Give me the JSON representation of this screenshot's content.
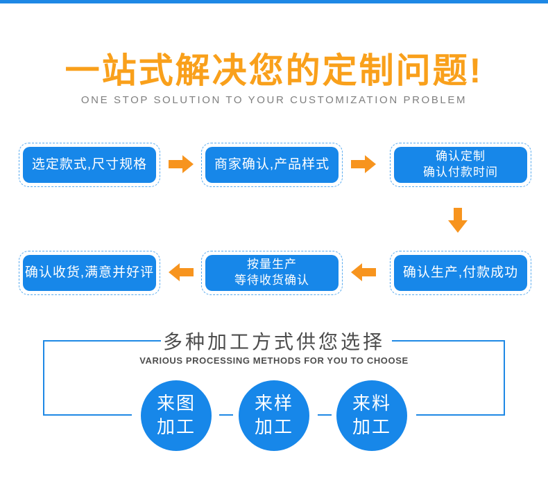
{
  "palette": {
    "primary_blue": "#1787e9",
    "line_blue": "#1e88e5",
    "dashed_border_blue": "#55a9ef",
    "accent_orange": "#f7941e",
    "title_orange": "#f9a01b",
    "subtitle_gray": "#7f7f7f",
    "section_gray": "#4d4d4d",
    "text_white": "#ffffff"
  },
  "header": {
    "title": "一站式解决您的定制问题!",
    "subtitle": "ONE STOP SOLUTION TO YOUR CUSTOMIZATION PROBLEM"
  },
  "flow": {
    "steps": [
      {
        "lines": [
          "选定款式,尺寸规格"
        ]
      },
      {
        "lines": [
          "商家确认,产品样式"
        ]
      },
      {
        "lines": [
          "确认定制",
          "确认付款时间"
        ]
      },
      {
        "lines": [
          "确认生产,付款成功"
        ]
      },
      {
        "lines": [
          "按量生产",
          "等待收货确认"
        ]
      },
      {
        "lines": [
          "确认收货,满意并好评"
        ]
      }
    ]
  },
  "processing": {
    "title": "多种加工方式供您选择",
    "subtitle": "VARIOUS PROCESSING METHODS FOR YOU TO CHOOSE",
    "methods": [
      {
        "lines": [
          "来图",
          "加工"
        ]
      },
      {
        "lines": [
          "来样",
          "加工"
        ]
      },
      {
        "lines": [
          "来料",
          "加工"
        ]
      }
    ]
  }
}
